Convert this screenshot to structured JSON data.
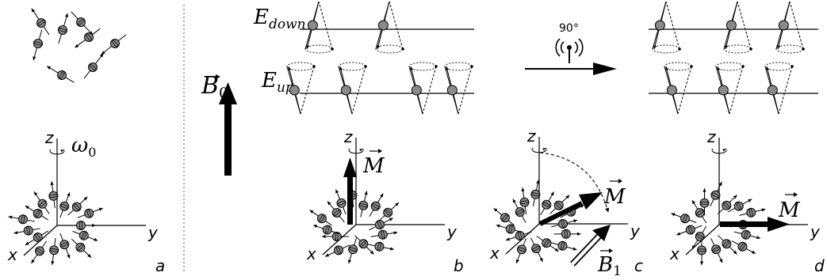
{
  "panels": {
    "a": {
      "label": "a",
      "precession_symbol": "ω",
      "precession_subscript": "0"
    },
    "b": {
      "label": "b",
      "magnetization": "M"
    },
    "c": {
      "label": "c",
      "magnetization": "M",
      "rf_field": "B",
      "rf_subscript": "1"
    },
    "d": {
      "label": "d",
      "magnetization": "M"
    }
  },
  "axes": {
    "x": "x",
    "y": "y",
    "z": "z"
  },
  "field": {
    "symbol": "B",
    "subscript": "0"
  },
  "energy_levels": {
    "down": {
      "symbol": "E",
      "subscript": "down"
    },
    "up": {
      "symbol": "E",
      "subscript": "up"
    }
  },
  "pulse": {
    "angle": "90°"
  },
  "colors": {
    "spin_fill": "#8a8a8a",
    "line": "#000000"
  }
}
